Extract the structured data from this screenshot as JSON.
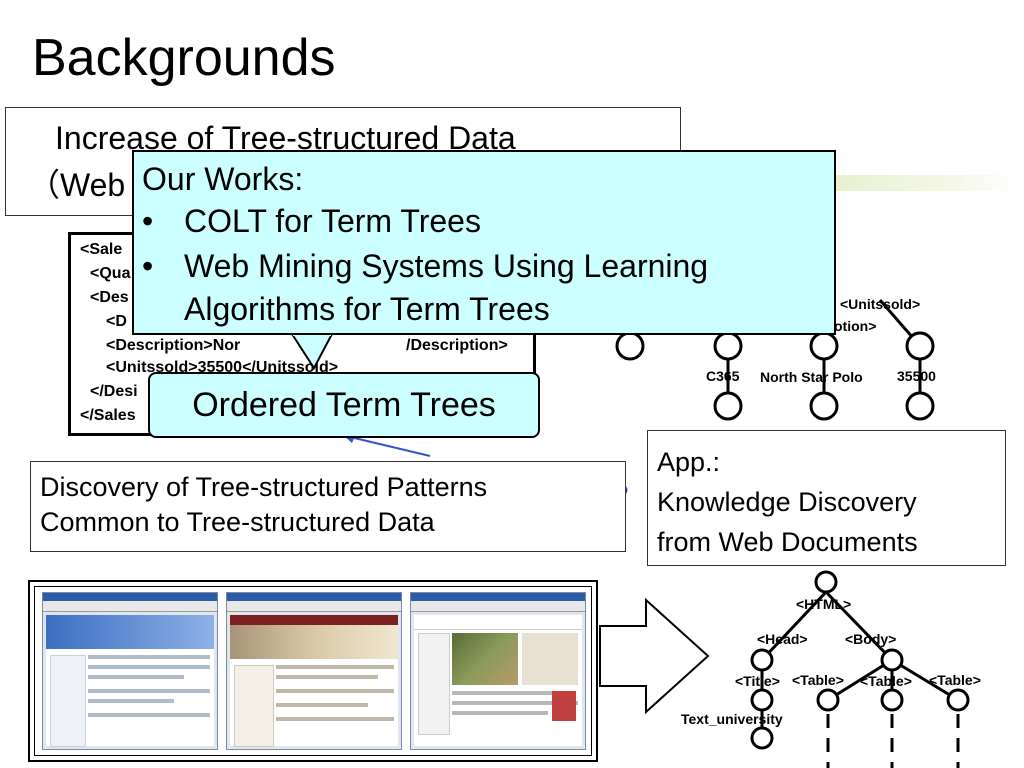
{
  "slide": {
    "title": "Backgrounds"
  },
  "tree_data": {
    "heading": "Increase of Tree-structured Data",
    "subheading": "（Web"
  },
  "xml_snippet": {
    "lines": [
      "<Sale",
      "<Qua",
      "<Des",
      "<D",
      "<Description>Nor",
      "/Description>",
      "<Unitssold>35500</Unitssold>",
      "</Desi",
      "</Sales"
    ]
  },
  "works": {
    "title": "Our Works:",
    "items": [
      "COLT for Term Trees",
      "Web Mining Systems Using Learning",
      "Algorithms for Term Trees"
    ],
    "bullet": "•"
  },
  "ordered_term_trees": {
    "label": "Ordered Term Trees"
  },
  "discovery": {
    "line1": "Discovery of Tree-structured Patterns",
    "line2": "Common to Tree-structured Data"
  },
  "app": {
    "line1": "App.:",
    "line2": "Knowledge Discovery",
    "line3": "from Web Documents"
  },
  "upper_tree": {
    "labels": [
      "<Unitssold>",
      "otion>",
      "C365",
      "North Star Polo",
      "35500"
    ]
  },
  "lower_tree": {
    "labels": [
      "<HTML>",
      "<Head>",
      "<Body>",
      "<Title>",
      "<Table>",
      "<Table>",
      "<Table>",
      "Text_university"
    ]
  },
  "colors": {
    "accent_fill": "#ccffff",
    "highlight_ellipse": "#1f3fbf",
    "arrow": "#3355cc"
  }
}
